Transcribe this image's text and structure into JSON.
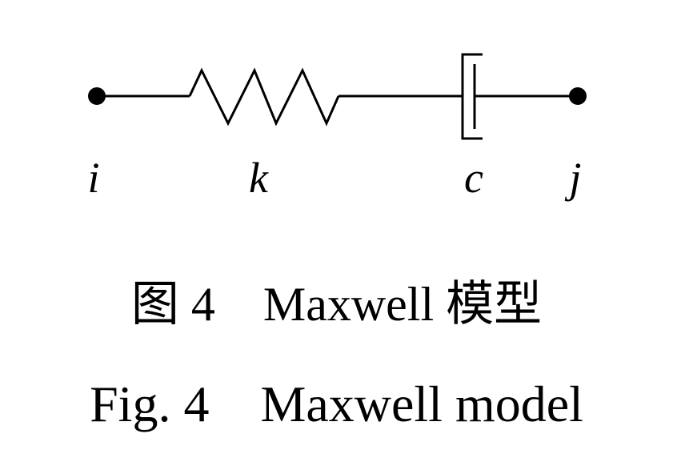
{
  "figure": {
    "nodes": {
      "left": "i",
      "right": "j"
    },
    "elements": {
      "spring": "k",
      "dashpot": "c"
    },
    "caption_cn": "图 4　Maxwell 模型",
    "caption_en": "Fig. 4　Maxwell model"
  },
  "colors": {
    "stroke": "#000000",
    "background": "#ffffff"
  }
}
